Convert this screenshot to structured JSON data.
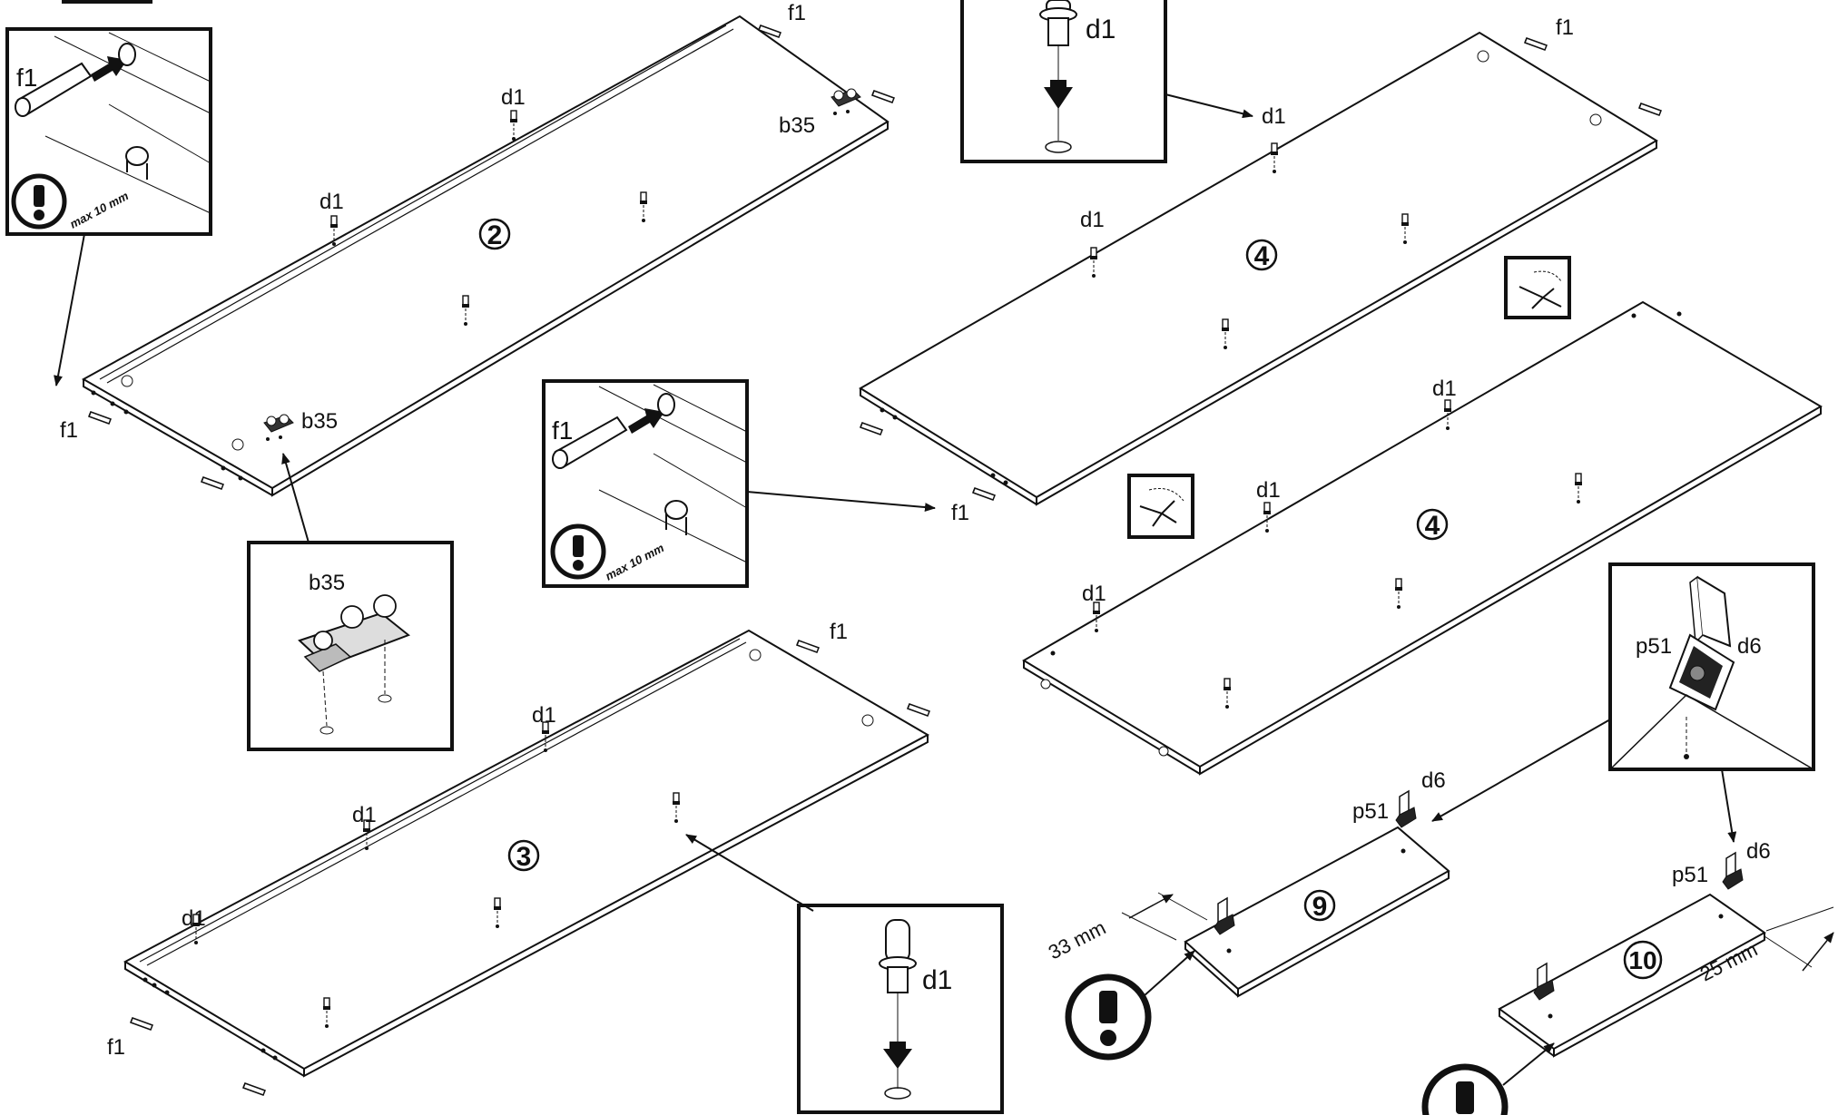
{
  "labels": {
    "f1": "f1",
    "d1": "d1",
    "b35": "b35",
    "p51": "p51",
    "d6": "d6",
    "max10": "max 10 mm",
    "mm33": "33 mm",
    "mm25": "25 mm"
  },
  "panel_numbers": {
    "p2": "2",
    "p3": "3",
    "p4": "4",
    "p9": "9",
    "p10": "10"
  },
  "icons": {
    "warning": "exclamation-circle-icon",
    "rotate": "rotate-180-icon"
  }
}
